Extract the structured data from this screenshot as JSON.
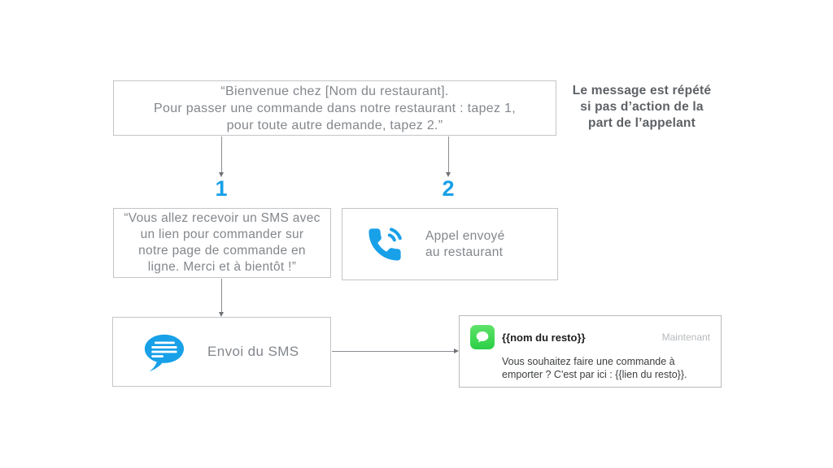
{
  "colors": {
    "accent_blue": "#18a0e8",
    "imessage_green_top": "#5fe369",
    "imessage_green_bottom": "#2bcf47",
    "box_border_gray": "#c3c5c7",
    "body_text_gray": "#83878c",
    "note_text_gray": "#5d6165",
    "arrow_gray": "#6f7377",
    "notif_title_black": "#1d1d1f",
    "notif_time_gray": "#b7babd"
  },
  "flow": {
    "welcome_box": {
      "text": "“Bienvenue chez [Nom du restaurant].\nPour passer une commande dans notre restaurant : tapez 1,\npour toute autre demande, tapez 2.”"
    },
    "repeat_note": {
      "text": "Le message est répété\nsi pas d’action de la\npart de l’appelant"
    },
    "branch_1": {
      "label": "1"
    },
    "branch_2": {
      "label": "2"
    },
    "sms_message_box": {
      "text": "“Vous allez recevoir un SMS avec\nun lien pour commander sur\nnotre page de commande en\nligne. Merci et à bientôt !”"
    },
    "call_box": {
      "icon": "phone-call-icon",
      "label": "Appel envoyé\nau restaurant"
    },
    "sms_send_box": {
      "icon": "chat-bubble-icon",
      "label": "Envoi du SMS"
    },
    "notification": {
      "app_icon": "imessage-app-icon",
      "title": "{{nom du resto}}",
      "timestamp": "Maintenant",
      "body": "Vous souhaitez faire une commande à\nemporter ? C'est par ici : {{lien du resto}}."
    }
  }
}
